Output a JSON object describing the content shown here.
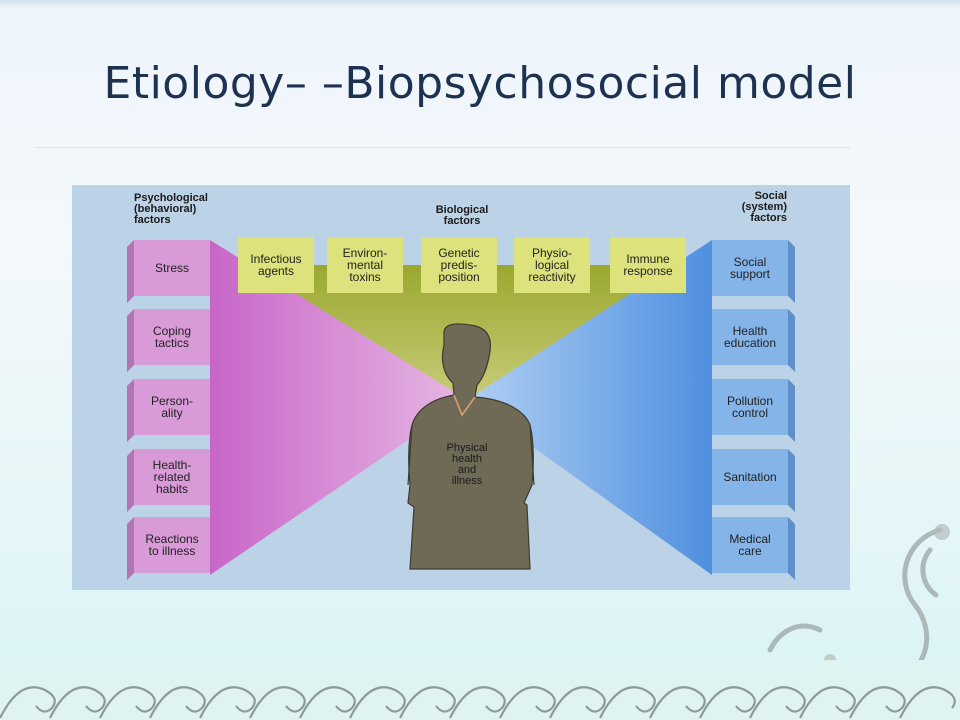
{
  "slide": {
    "title": "Etiology– –Biopsychosocial model"
  },
  "diagram": {
    "headers": {
      "psychological": "Psychological\n(behavioral)\nfactors",
      "biological": "Biological\nfactors",
      "social": "Social\n(system)\nfactors"
    },
    "psychological_factors": [
      "Stress",
      "Coping\ntactics",
      "Person-\nality",
      "Health-\nrelated\nhabits",
      "Reactions\nto illness"
    ],
    "biological_factors": [
      "Infectious\nagents",
      "Environ-\nmental\ntoxins",
      "Genetic\npredis-\nposition",
      "Physio-\nlogical\nreactivity",
      "Immune\nresponse"
    ],
    "social_factors": [
      "Social\nsupport",
      "Health\neducation",
      "Pollution\ncontrol",
      "Sanitation",
      "Medical\ncare"
    ],
    "center_label": "Physical\nhealth\nand\nillness"
  },
  "colors": {
    "psychological": "#d99ad8",
    "biological": "#dde27c",
    "social": "#84b4e8",
    "figure_background": "#bcd2e6",
    "title": "#1c3250"
  },
  "icons": [
    "person-silhouette",
    "wave-border",
    "dragon-ornament"
  ]
}
